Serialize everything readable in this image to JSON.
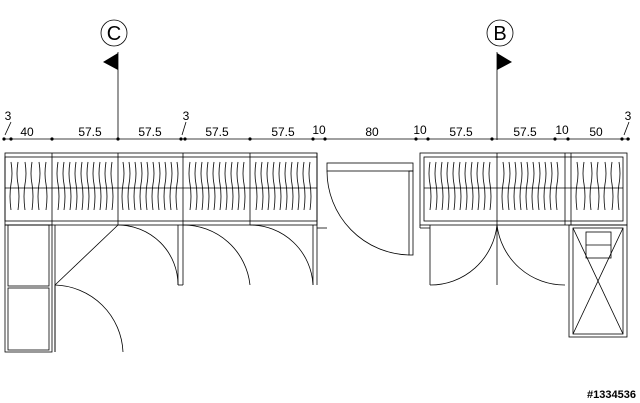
{
  "dimensions": {
    "values": [
      "3",
      "40",
      "57.5",
      "57.5",
      "3",
      "57.5",
      "57.5",
      "10",
      "80",
      "10",
      "57.5",
      "57.5",
      "10",
      "50",
      "3"
    ]
  },
  "section_markers": {
    "left": "C",
    "right": "B"
  },
  "reference_id": "#1334536",
  "colors": {
    "line": "#000000",
    "background": "#ffffff"
  }
}
